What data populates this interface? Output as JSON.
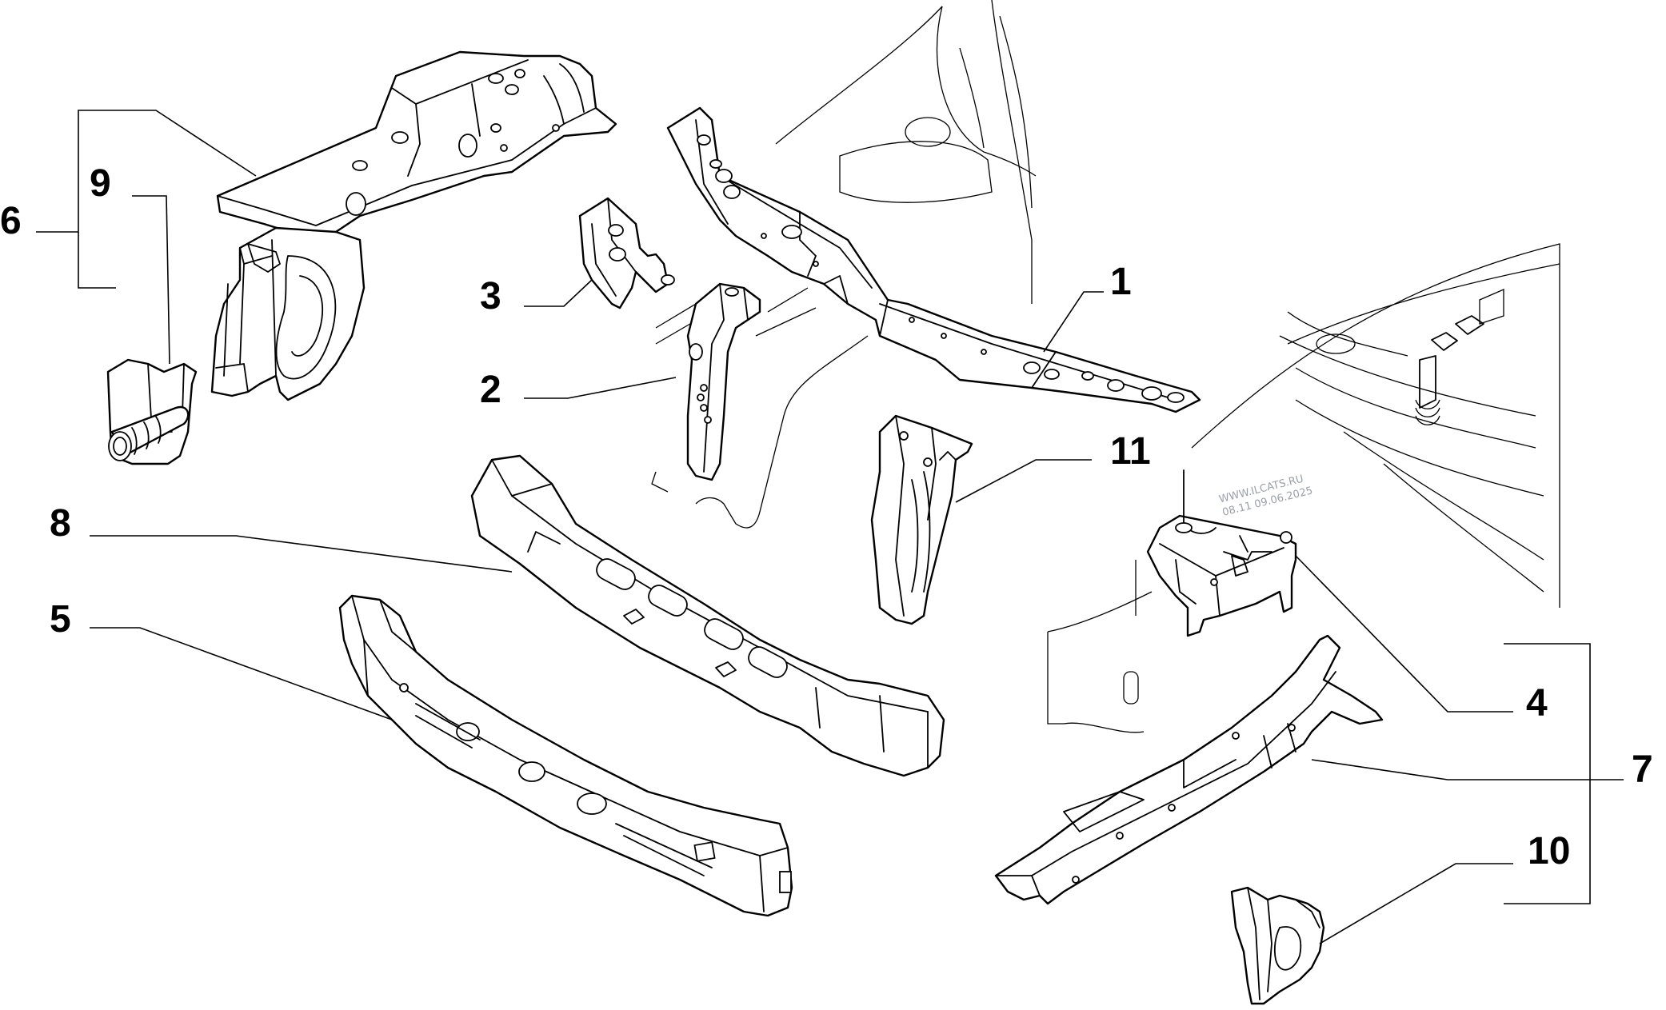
{
  "callouts": {
    "c1": "1",
    "c2": "2",
    "c3": "3",
    "c4": "4",
    "c5": "5",
    "c6": "6",
    "c7": "7",
    "c8": "8",
    "c9": "9",
    "c10": "10",
    "c11": "11"
  },
  "watermark": {
    "line1": "WWW.ILCATS.RU",
    "line2": "08.11 09.06.2025"
  },
  "colors": {
    "line": "#000000",
    "background": "#ffffff",
    "watermark": "#9aa0a8"
  }
}
